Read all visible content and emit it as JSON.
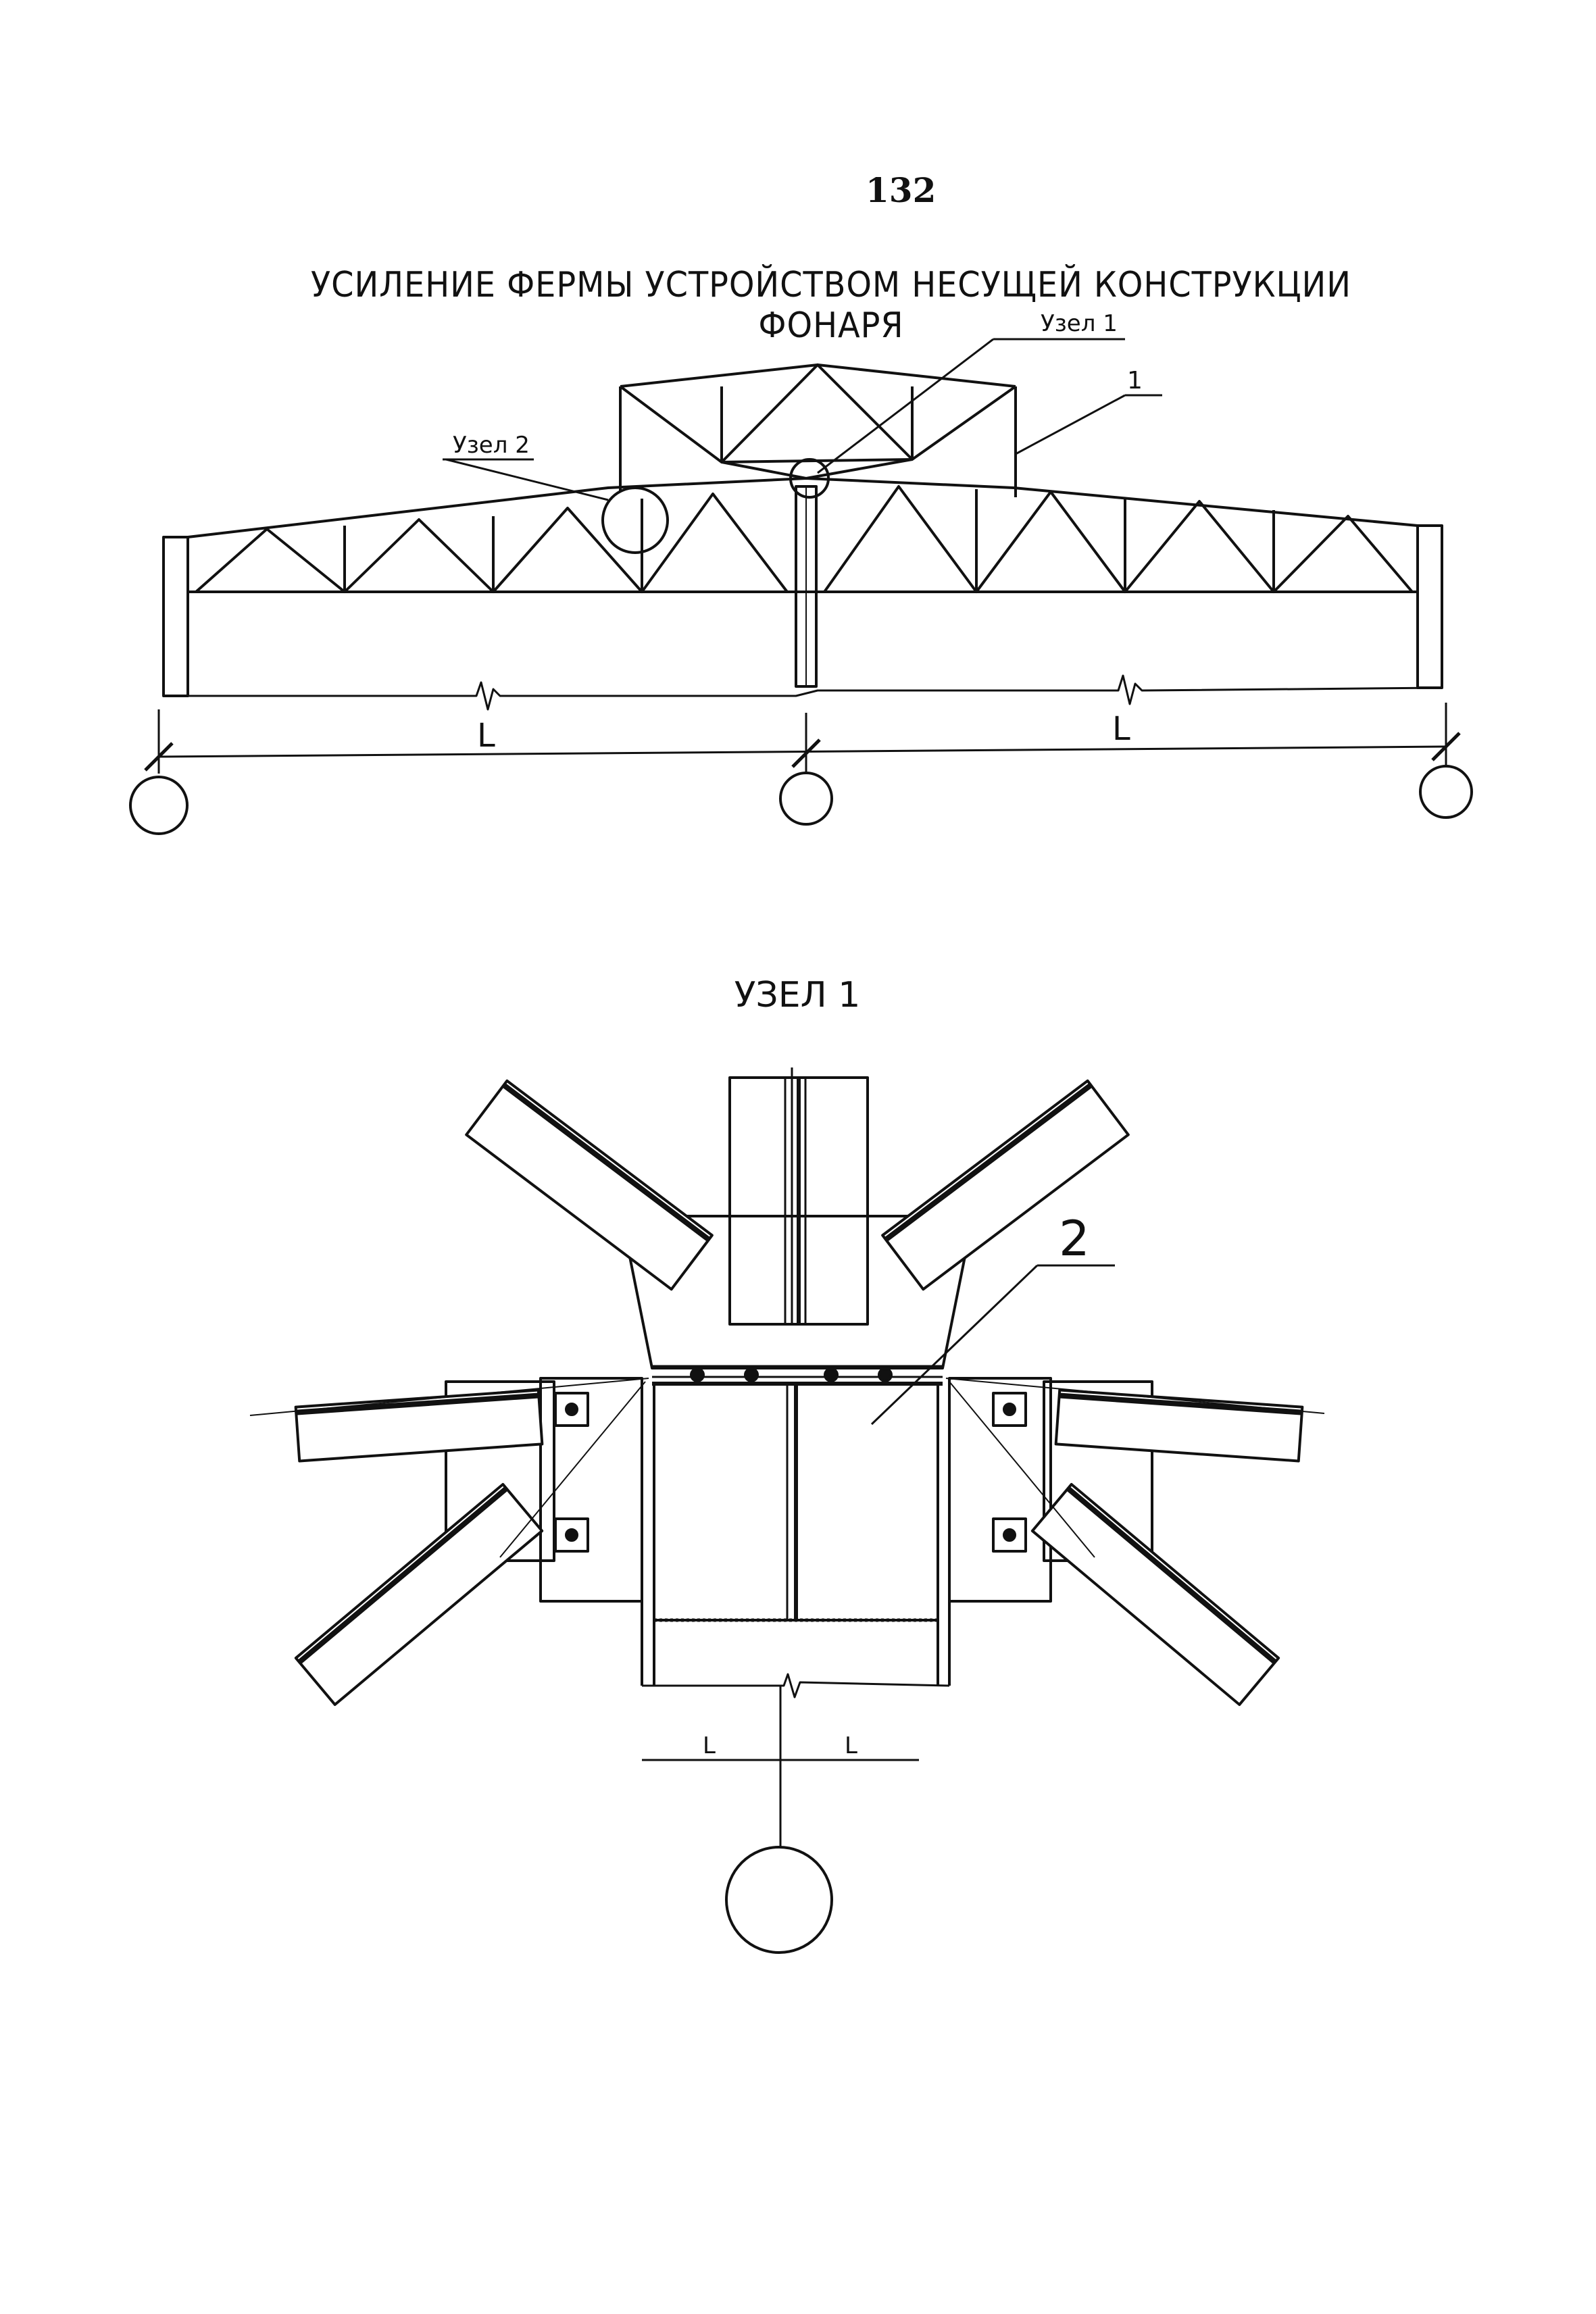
{
  "page_number": "132",
  "titles": {
    "main": "УСИЛЕНИЕ ФЕРМЫ УСТРОЙСТВОМ НЕСУЩЕЙ КОНСТРУКЦИИ ФОНАРЯ",
    "node": "УЗЕЛ 1"
  },
  "truss_labels": {
    "node1": "Узел 1",
    "node2": "Узел 2",
    "item1": "1",
    "span_left": "L",
    "span_right": "L"
  },
  "node_labels": {
    "item2": "2",
    "dim_left": "L",
    "dim_right": "L"
  },
  "colors": {
    "ink": "#111111",
    "paper": "#ffffff"
  }
}
